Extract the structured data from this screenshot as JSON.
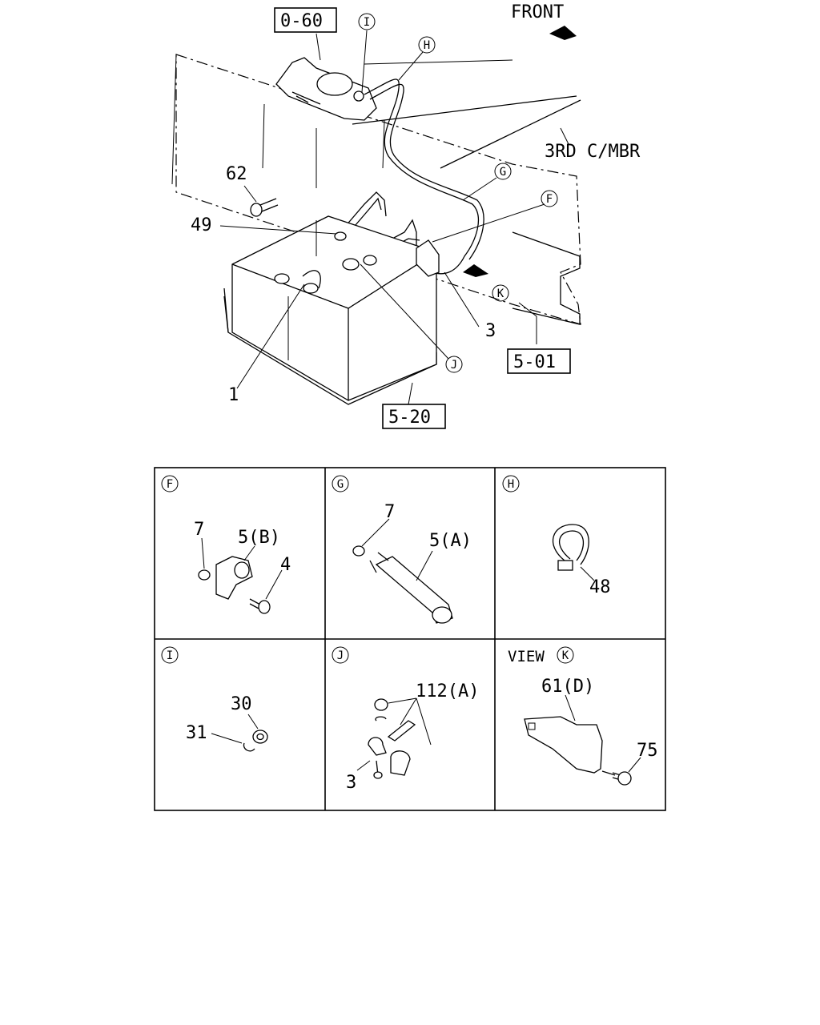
{
  "main": {
    "front_label": "FRONT",
    "crossmember_label": "3RD C/MBR",
    "ref_boxes": [
      "0-60",
      "5-01",
      "5-20"
    ],
    "callout_letters": [
      "I",
      "H",
      "G",
      "F",
      "K",
      "J"
    ],
    "part_numbers": [
      "62",
      "49",
      "3",
      "1"
    ]
  },
  "details": [
    {
      "letter": "F",
      "prefix": "",
      "parts": [
        "7",
        "5(B)",
        "4"
      ]
    },
    {
      "letter": "G",
      "prefix": "",
      "parts": [
        "7",
        "5(A)"
      ]
    },
    {
      "letter": "H",
      "prefix": "",
      "parts": [
        "48"
      ]
    },
    {
      "letter": "I",
      "prefix": "",
      "parts": [
        "30",
        "31"
      ]
    },
    {
      "letter": "J",
      "prefix": "",
      "parts": [
        "112(A)",
        "3"
      ]
    },
    {
      "letter": "K",
      "prefix": "VIEW",
      "parts": [
        "61(D)",
        "75"
      ]
    }
  ]
}
